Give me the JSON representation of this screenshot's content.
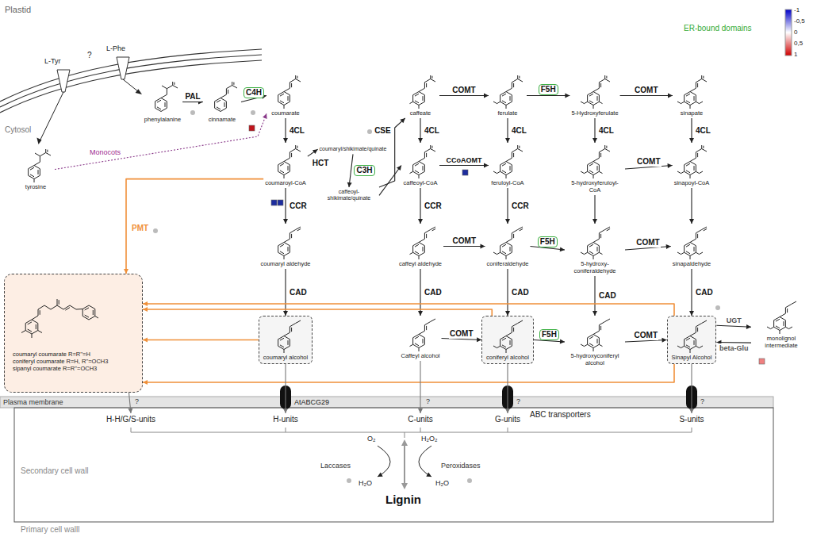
{
  "diagram": {
    "nodes": [
      {
        "text": [
          "tyrosine"
        ]
      },
      {
        "text": [
          "phenylalanine"
        ]
      },
      {
        "text": [
          "cinnamate"
        ]
      },
      {
        "text": [
          "coumarate"
        ]
      },
      {
        "text": [
          "caffeate"
        ]
      },
      {
        "text": [
          "ferulate"
        ]
      },
      {
        "text": [
          "5-Hydroxyferulate"
        ]
      },
      {
        "text": [
          "sinapate"
        ]
      },
      {
        "text": [
          "coumaryl/shikimate/quinate"
        ]
      },
      {
        "text": [
          "coumaroyl-CoA"
        ]
      },
      {
        "text": [
          "caffeoyl-shikimate/quinate"
        ]
      },
      {
        "text": [
          "caffeoyl-CoA"
        ]
      },
      {
        "text": [
          "feruloyl-CoA"
        ]
      },
      {
        "text": [
          "5-hydroxyferuloyl-CoA"
        ]
      },
      {
        "text": [
          "sinapoyl-CoA"
        ]
      },
      {
        "text": [
          "coumaryl aldehyde"
        ]
      },
      {
        "text": [
          "caffeyl aldehyde"
        ]
      },
      {
        "text": [
          "coniferaldehyde"
        ]
      },
      {
        "text": [
          "5-hydroxy- coniferaldehyde"
        ]
      },
      {
        "text": [
          "sinapaldehyde"
        ]
      },
      {
        "text": [
          "monolignol intermediate"
        ]
      },
      {
        "text": [
          "coumaryl coumarate R=R''=H",
          "coniferyl coumarate R=H, R''=OCH3",
          "sipanyl coumarate R=R''=OCH3"
        ]
      },
      {
        "text": [
          "coumaryl alcohol"
        ]
      },
      {
        "text": [
          "Caffeyl alcohol"
        ]
      },
      {
        "text": [
          "coniferyl alcohol"
        ]
      },
      {
        "text": [
          "5-hydroxyconiferyl alcohol"
        ]
      },
      {
        "text": [
          "Sinapyl Alcohol"
        ]
      },
      {
        "text": [
          "H-H/G/S-units"
        ]
      },
      {
        "text": [
          "H-units"
        ]
      },
      {
        "text": [
          "C-units"
        ]
      },
      {
        "text": [
          "G-units"
        ]
      },
      {
        "text": [
          "S-units"
        ]
      }
    ],
    "edges": [
      {
        "from": 1,
        "to": 2,
        "arrow": "to",
        "label": "PAL"
      },
      {
        "from": 2,
        "to": 3,
        "arrow": "to",
        "label": "C4H"
      },
      {
        "from": 0,
        "to": 3,
        "arrow": "to",
        "label": "Monocots"
      },
      {
        "from": 3,
        "to": 9,
        "arrow": "to",
        "label": "4CL"
      },
      {
        "from": 9,
        "to": 8,
        "arrow": "to",
        "label": "HCT"
      },
      {
        "from": 8,
        "to": 10,
        "arrow": "to",
        "label": "C3H"
      },
      {
        "from": 10,
        "to": 4,
        "arrow": "to",
        "label": "CSE"
      },
      {
        "from": 10,
        "to": 11,
        "arrow": "to"
      },
      {
        "from": 4,
        "to": 11,
        "arrow": "to",
        "label": "4CL"
      },
      {
        "from": 4,
        "to": 5,
        "arrow": "to",
        "label": "COMT"
      },
      {
        "from": 5,
        "to": 6,
        "arrow": "to",
        "label": "F5H"
      },
      {
        "from": 6,
        "to": 7,
        "arrow": "to",
        "label": "COMT"
      },
      {
        "from": 5,
        "to": 12,
        "arrow": "to",
        "label": "4CL"
      },
      {
        "from": 6,
        "to": 13,
        "arrow": "to",
        "label": "4CL"
      },
      {
        "from": 7,
        "to": 14,
        "arrow": "to",
        "label": "4CL"
      },
      {
        "from": 11,
        "to": 12,
        "arrow": "to",
        "label": "CCoAOMT"
      },
      {
        "from": 13,
        "to": 14,
        "arrow": "to",
        "label": "COMT"
      },
      {
        "from": 9,
        "to": 15,
        "arrow": "to",
        "label": "CCR"
      },
      {
        "from": 11,
        "to": 16,
        "arrow": "to",
        "label": "CCR"
      },
      {
        "from": 12,
        "to": 17,
        "arrow": "to",
        "label": "CCR"
      },
      {
        "from": 13,
        "to": 18,
        "arrow": "to"
      },
      {
        "from": 14,
        "to": 19,
        "arrow": "to"
      },
      {
        "from": 16,
        "to": 17,
        "arrow": "to",
        "label": "COMT"
      },
      {
        "from": 17,
        "to": 18,
        "arrow": "to",
        "label": "F5H"
      },
      {
        "from": 18,
        "to": 19,
        "arrow": "to",
        "label": "COMT"
      },
      {
        "from": 15,
        "to": 22,
        "arrow": "to",
        "label": "CAD"
      },
      {
        "from": 16,
        "to": 23,
        "arrow": "to",
        "label": "CAD"
      },
      {
        "from": 17,
        "to": 24,
        "arrow": "to",
        "label": "CAD"
      },
      {
        "from": 18,
        "to": 25,
        "arrow": "to",
        "label": "CAD"
      },
      {
        "from": 19,
        "to": 26,
        "arrow": "to",
        "label": "CAD"
      },
      {
        "from": 23,
        "to": 24,
        "arrow": "to",
        "label": "COMT"
      },
      {
        "from": 24,
        "to": 25,
        "arrow": "to",
        "label": "F5H"
      },
      {
        "from": 25,
        "to": 26,
        "arrow": "to",
        "label": "COMT"
      },
      {
        "from": 26,
        "to": 20,
        "arrow": "to",
        "label": "UGT"
      },
      {
        "from": 20,
        "to": 26,
        "arrow": "to",
        "label": "beta-Glu"
      },
      {
        "from": 9,
        "to": 21,
        "arrow": "to",
        "label": "PMT"
      },
      {
        "from": 22,
        "to": 21,
        "arrow": "to"
      },
      {
        "from": 24,
        "to": 21,
        "arrow": "to"
      },
      {
        "from": 26,
        "to": 21,
        "arrow": "to"
      },
      {
        "from": 26,
        "to": 21,
        "arrow": "to"
      },
      {
        "from": 21,
        "to": 27,
        "arrow": "to"
      },
      {
        "from": 22,
        "to": 28,
        "arrow": "to"
      },
      {
        "from": 23,
        "to": 29,
        "arrow": "to"
      },
      {
        "from": 24,
        "to": 30,
        "arrow": "to"
      },
      {
        "from": 26,
        "to": 31,
        "arrow": "to"
      }
    ],
    "labels": [
      "Plastid",
      "L-Tyr",
      "L-Phe",
      "?",
      "Cytosol",
      "ER-bound domains",
      "-1",
      "-0,5",
      "0",
      "0,5",
      "1",
      "Plasma membrane",
      "AtABCG29",
      "?",
      "?",
      "?",
      "?",
      "ABC transporters",
      "Secondary cell wall",
      "Laccases",
      "Peroxidases",
      "O₂",
      "H₂O₂",
      "H₂O",
      "H₂O",
      "Lignin",
      "Primary cell walll"
    ]
  }
}
